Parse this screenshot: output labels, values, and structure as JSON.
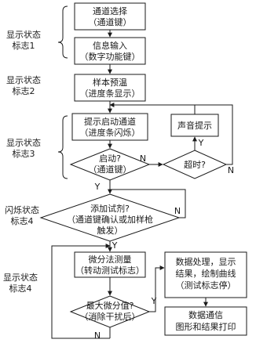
{
  "status_labels": {
    "s1": [
      "显示状态",
      "标志1"
    ],
    "s2": [
      "显示状态",
      "标志2"
    ],
    "s3": [
      "显示状态",
      "标志3"
    ],
    "s4": [
      "闪烁状态",
      "标志4"
    ],
    "s5": [
      "显示状态",
      "标志4"
    ]
  },
  "boxes": {
    "channel_select": [
      "通道选择",
      "（通道键）"
    ],
    "info_input": [
      "信息输入",
      "（数字功能键）"
    ],
    "preheat": [
      "样本预温",
      "（进度条显示）"
    ],
    "prompt_start": [
      "提示启动通道",
      "（进度条闪烁）"
    ],
    "sound_prompt": [
      "声音提示"
    ],
    "diff_measure": [
      "微分法测量",
      "（转动测试标志）"
    ],
    "data_process": [
      "数据处理，显示",
      "结果，绘制曲线",
      "（测试标志停）"
    ],
    "data_comm": [
      "数据通信",
      "图形和结果打印"
    ]
  },
  "diamonds": {
    "start": [
      "启动?",
      "（通道键）"
    ],
    "timeout": [
      "超时?"
    ],
    "add_reagent": [
      "添加试剂?",
      "（通道键确认或加样枪",
      "触发）"
    ],
    "max_diff": [
      "最大微分值?",
      "（消除干扰后）"
    ]
  },
  "flow_labels": {
    "start_no": "N",
    "start_yes": "Y",
    "timeout_yes": "Y",
    "timeout_no": "N",
    "add_yes": "Y",
    "add_no": "N",
    "max_yes": "Y",
    "max_no": "N"
  }
}
